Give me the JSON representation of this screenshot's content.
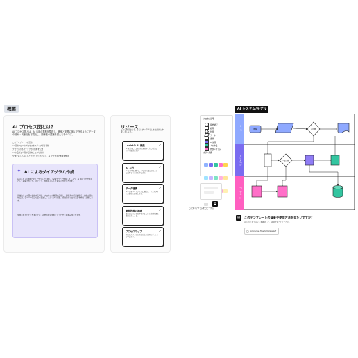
{
  "section": {
    "label": "概要"
  },
  "overview": {
    "title": "AI プロセス図とは？",
    "intro": "AI プロセス図とは、AI 活用の業務を整理し、価値と影響に強くできるようにデータの流れ・判断点を可視化し、関係者の認識を揃えるものです。",
    "list": [
      "このテンプレートの活用",
      "AI 活用フローのプロセスをステップで可視化",
      "プロセスの各ステップでの判断を記述",
      "AI の役割と人間の役割をしっかり分担",
      "全体を通してAIと人とのやりとりを記述し、AI プロセス全体像を整理"
    ],
    "ai_box": {
      "title": "AI によるダイアグラム作成",
      "p1": "Lucid の AI 機能でダイアグラムを生成し、編集フローを整理しましょう。AI 図はプロセス図として構築されます。ステップ、判断ポイントを素早く作成できます。",
      "p2": "具体的にこの図を使用する場合、プロセスの整理を実施し、関係者の確認を経て、全体の流れを設計。ラベルや注記などを追加し、ステップの配置、視覚的なプロセス図を作成・調整します。",
      "p3": "生成されたたたき台をもとに、必要な修正を加えてプロセス図を完成させます。"
    }
  },
  "resources": {
    "title": "リソース",
    "intro": "これらを活用して、さらにダイアグラムを効果的に作成しましょう。",
    "items": [
      {
        "title": "Lucid の AI 機能",
        "desc": "AI を活用して図の作成を素早く行う方法について確認します。"
      },
      {
        "title": "AI 入門",
        "desc": "AI の基本を理解し、プロセス図にどのように活用できるかを学びます。"
      },
      {
        "title": "データ連携",
        "desc": "データをダイアグラムに連携し、リアルタイムの情報を反映します。"
      },
      {
        "title": "業務改善の基礎",
        "desc": "業務プロセスを効率化するための基礎知識を確認しましょう。"
      },
      {
        "title": "プロセスマップ",
        "desc": "プロセスマップの作成方法と活用のポイントを学びます。"
      }
    ]
  },
  "legend": {
    "title": "プロセス記号",
    "rows": [
      "開始/終了",
      "処理",
      "判断",
      "データ",
      "書類",
      "AI 処理",
      "人の作業",
      "外部システム"
    ],
    "palette_title": "カラー凡例",
    "colors": [
      "#8fb3ff",
      "#7a6cf0",
      "#33c5a0",
      "#ff6fc8",
      "#ffd34d",
      "#9fe3ff",
      "#c8b8ff",
      "#7fe3c5",
      "#ffb3e0",
      "#ffe699",
      "#c7d7ff",
      "#b3a8f5",
      "#a6f0d6",
      "#f7a6d6",
      "#fff0b3",
      "#e0e0e0"
    ]
  },
  "copy_caption": "このダイアグラムをコピーする",
  "diagram": {
    "title": "AI システム/モデル",
    "lanes": [
      "ユーザー",
      "AI システム",
      "データベース"
    ],
    "nodes": {
      "start": "開始",
      "decision1": "AI 判断",
      "decision2": "人間 判断"
    },
    "colors": {
      "lane1": "#8fa9ff",
      "lane2": "#7a6cf0",
      "lane3": "#ff5fc0"
    }
  },
  "help": {
    "title": "このテンプレートの背景や使用方法を見たいですか？",
    "sub": "以下のドキュメントを確認して、詳細を知ってください。",
    "file": "AI process flow template.pdf"
  }
}
